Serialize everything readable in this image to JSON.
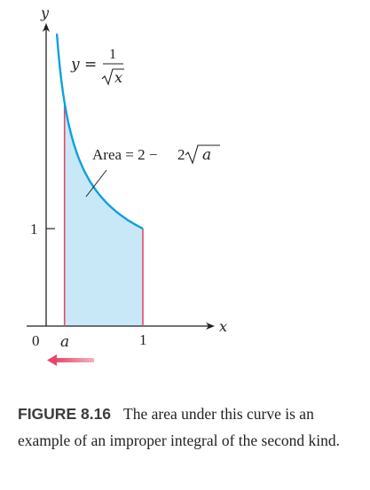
{
  "diagram": {
    "axis_y_label": "y",
    "axis_x_label": "x",
    "origin_label": "0",
    "tick_a_label": "a",
    "tick_x1_label": "1",
    "tick_y1_label": "1",
    "equation": {
      "lhs": "y =",
      "numerator": "1",
      "radicand": "x"
    },
    "area_label": {
      "prefix": "Area = 2 −",
      "coef": "2",
      "radicand": "a"
    },
    "colors": {
      "curve": "#0aa2dc",
      "fill": "#c8e8f7",
      "bounds": "#e8476a",
      "axis": "#231f20",
      "arrow": "#ee6677"
    }
  },
  "caption": {
    "label": "FIGURE 8.16",
    "text": "The area under this curve is an example of an improper integral of the second kind."
  }
}
